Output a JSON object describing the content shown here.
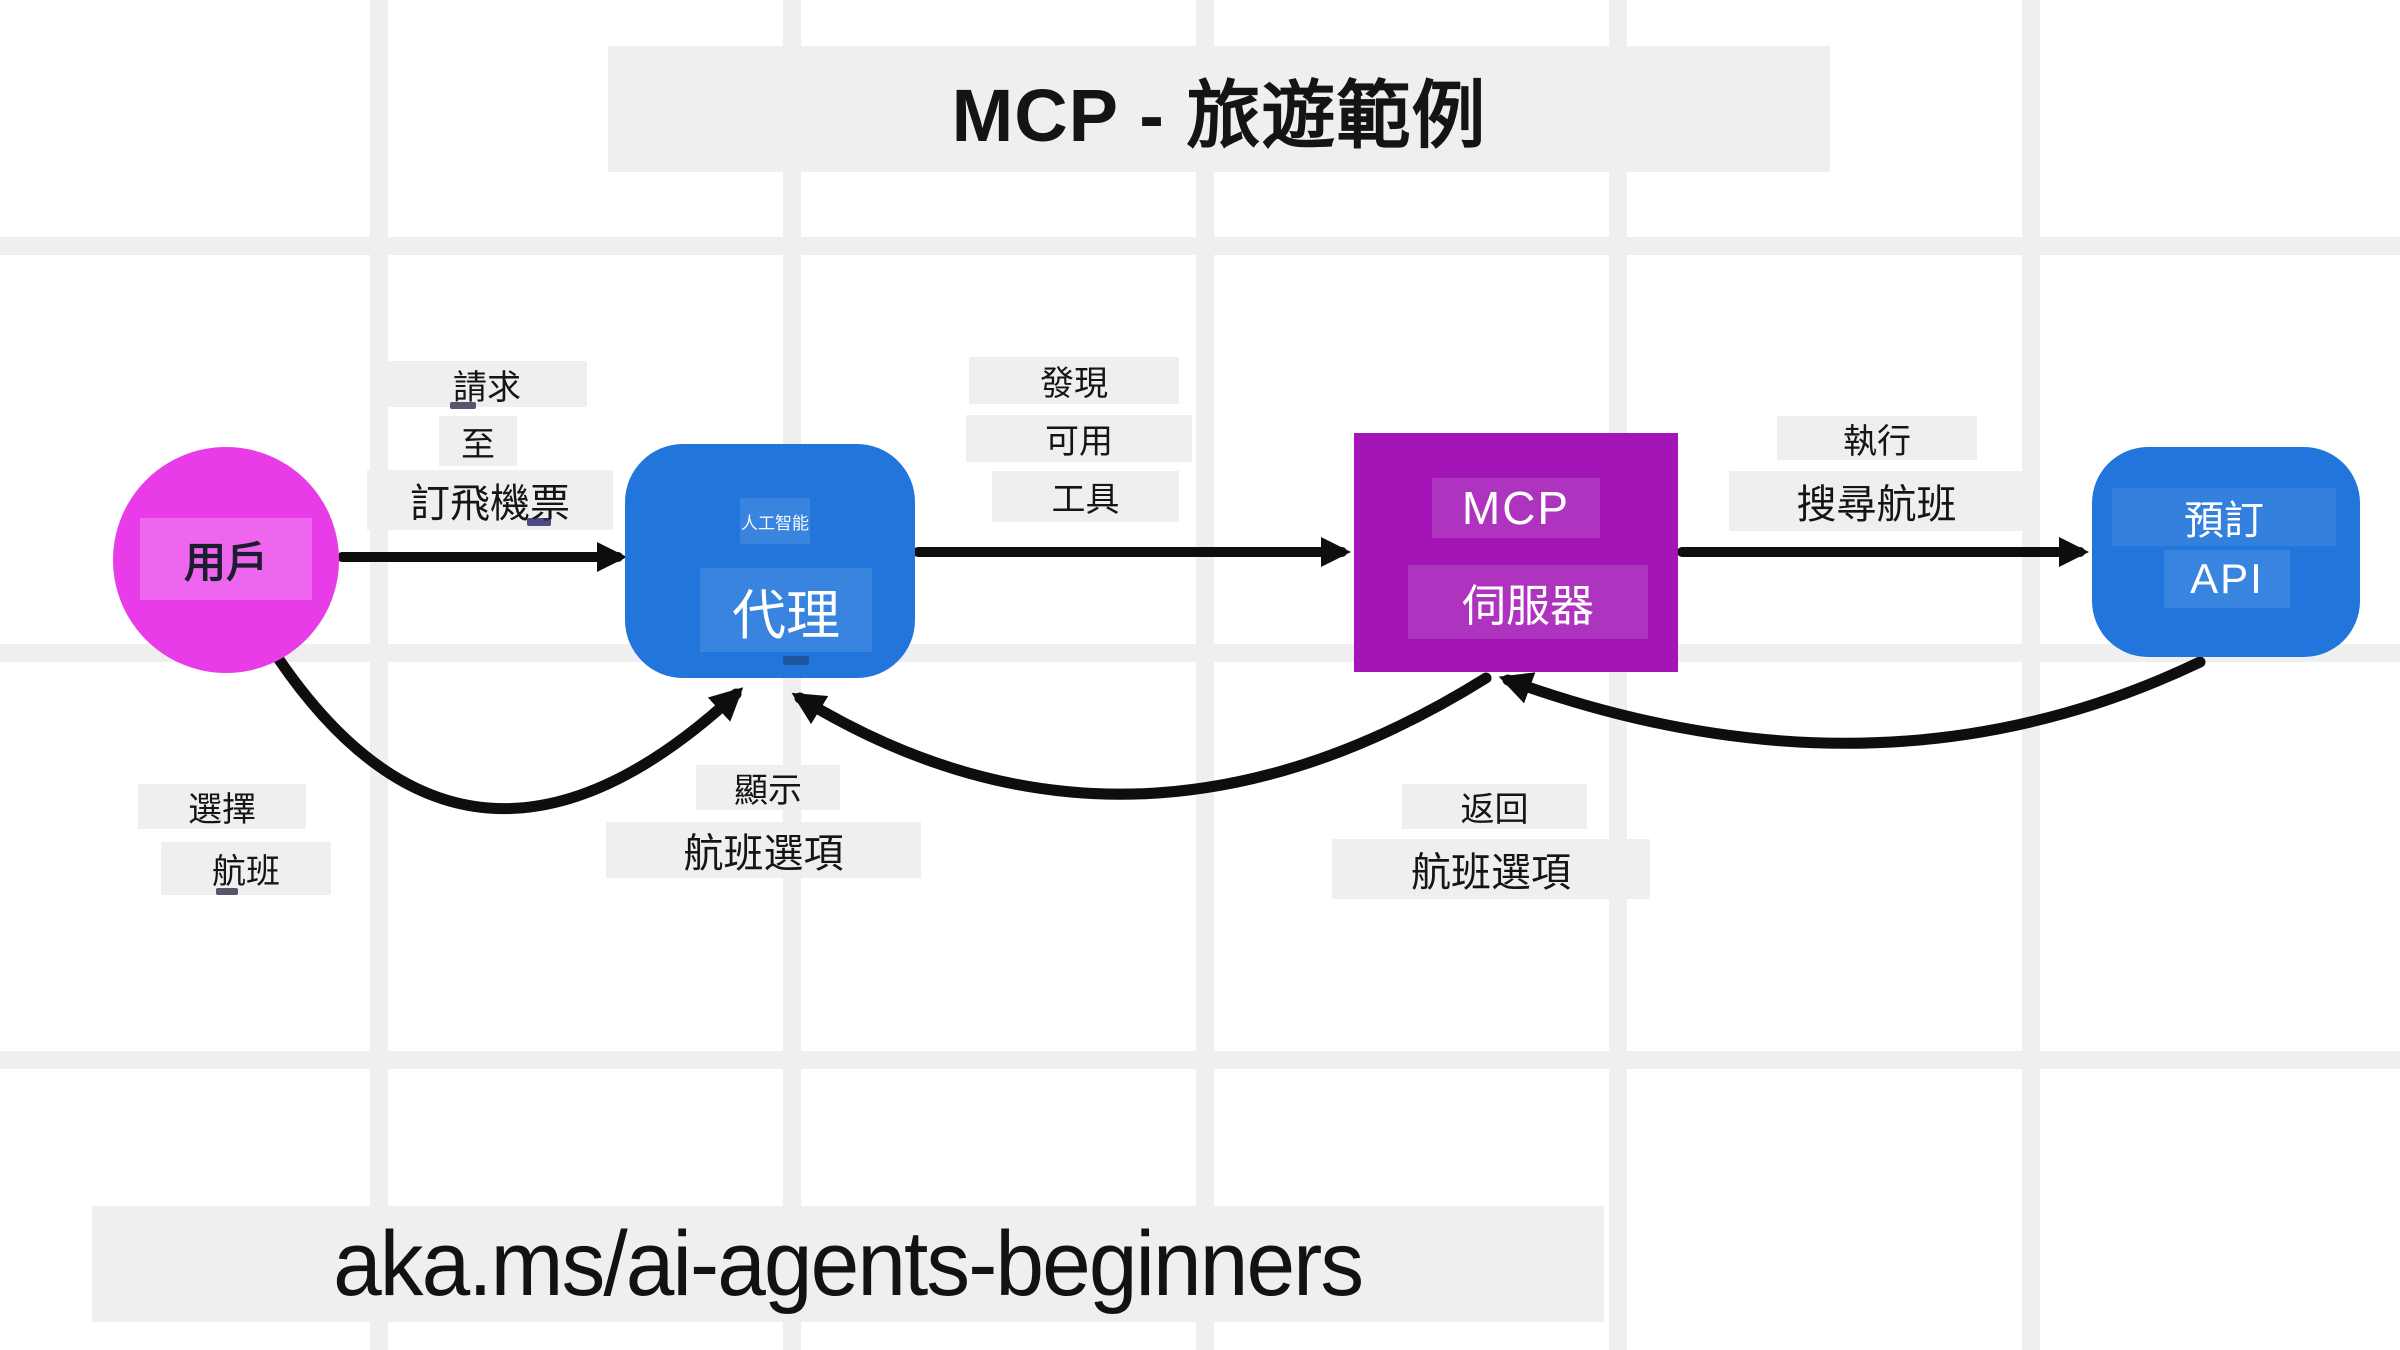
{
  "title": "MCP - 旅遊範例",
  "footer_url": "aka.ms/ai-agents-beginners",
  "nodes": {
    "user": {
      "label": "用戶"
    },
    "agent": {
      "sublabel": "人工智能",
      "label": "代理"
    },
    "mcp_server": {
      "line1": "MCP",
      "line2": "伺服器"
    },
    "booking_api": {
      "line1": "預訂",
      "line2": "API"
    }
  },
  "edges": {
    "user_to_agent": {
      "l1": "請求",
      "l2": "至",
      "l3": "訂飛機票"
    },
    "agent_to_mcp": {
      "l1": "發現",
      "l2": "可用",
      "l3": "工具"
    },
    "mcp_to_api": {
      "l1": "執行",
      "l2": "搜尋航班"
    },
    "user_select_flight": {
      "l1": "選擇",
      "l2": "航班"
    },
    "display_flight_options": {
      "l1": "顯示",
      "l2": "航班選項"
    },
    "return_flight_options": {
      "l1": "返回",
      "l2": "航班選項"
    }
  },
  "colors": {
    "user_node": "#e93ce9",
    "agent_node": "#2276db",
    "mcp_node": "#a315b6",
    "api_node": "#2276db",
    "arrow": "#0e0e0e",
    "label_background": "#efefef",
    "grid_line": "#efefef"
  }
}
